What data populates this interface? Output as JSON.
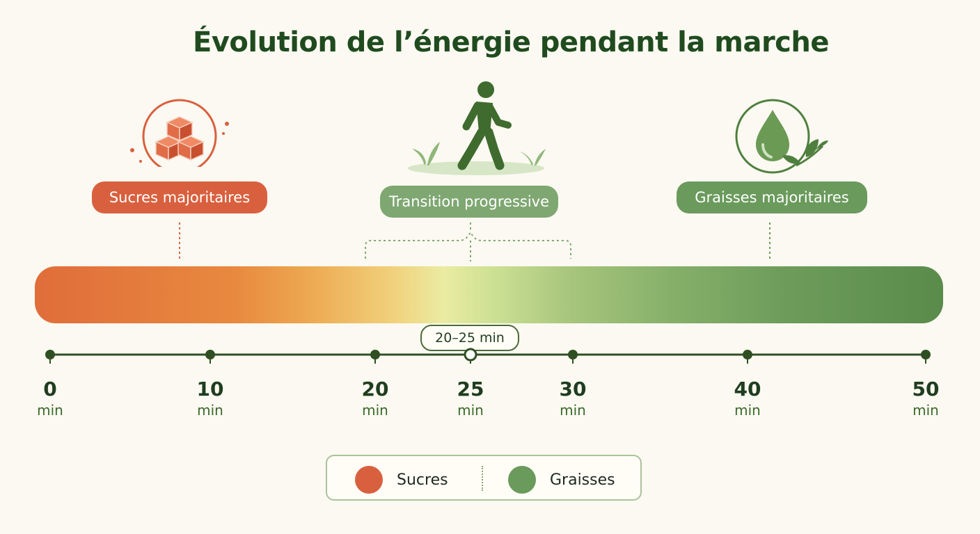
{
  "title": "Évolution de l’énergie pendant la marche",
  "phases": {
    "sugar_label": "Sucres majoritaires",
    "transition_label": "Transition progressive",
    "fat_label": "Graisses majoritaires"
  },
  "timeline": {
    "ticks": [
      {
        "value": "0",
        "unit": "min"
      },
      {
        "value": "10",
        "unit": "min"
      },
      {
        "value": "20",
        "unit": "min"
      },
      {
        "value": "25",
        "unit": "min"
      },
      {
        "value": "30",
        "unit": "min"
      },
      {
        "value": "40",
        "unit": "min"
      },
      {
        "value": "50",
        "unit": "min"
      }
    ],
    "callout": "20–25 min"
  },
  "legend": {
    "sugar": "Sucres",
    "fat": "Graisses"
  },
  "colors": {
    "sugar": "#d9603e",
    "fat": "#6a9a5c",
    "transition": "#eaeca2",
    "title": "#1f4b1f"
  },
  "icons": {
    "sugar": "sugar-cubes-icon",
    "walker": "walking-person-icon",
    "fat": "oil-drop-icon"
  }
}
